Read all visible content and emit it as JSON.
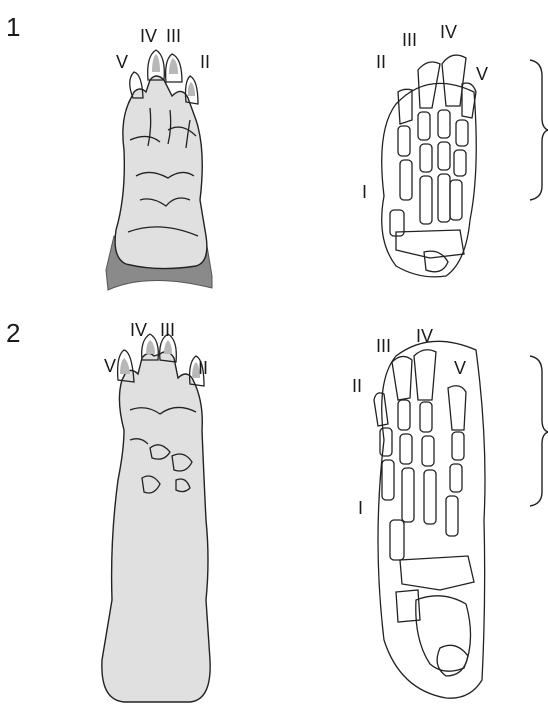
{
  "figure": {
    "fill_color": "#e0e0e0",
    "fur_color": "#8a8a8a",
    "claw_color": "#b8b8b8",
    "line_color": "#222222"
  },
  "panel1": {
    "number": "1",
    "foot_labels": {
      "v": "V",
      "iv": "IV",
      "iii": "III",
      "ii": "II"
    },
    "skeleton_labels": {
      "iii": "III",
      "iv": "IV",
      "ii": "II",
      "v": "V",
      "i": "I"
    }
  },
  "panel2": {
    "number": "2",
    "foot_labels": {
      "iv": "IV",
      "iii": "III",
      "v": "V",
      "ii": "II"
    },
    "skeleton_labels": {
      "iii": "III",
      "iv": "IV",
      "ii": "II",
      "v": "V",
      "i": "I"
    }
  }
}
